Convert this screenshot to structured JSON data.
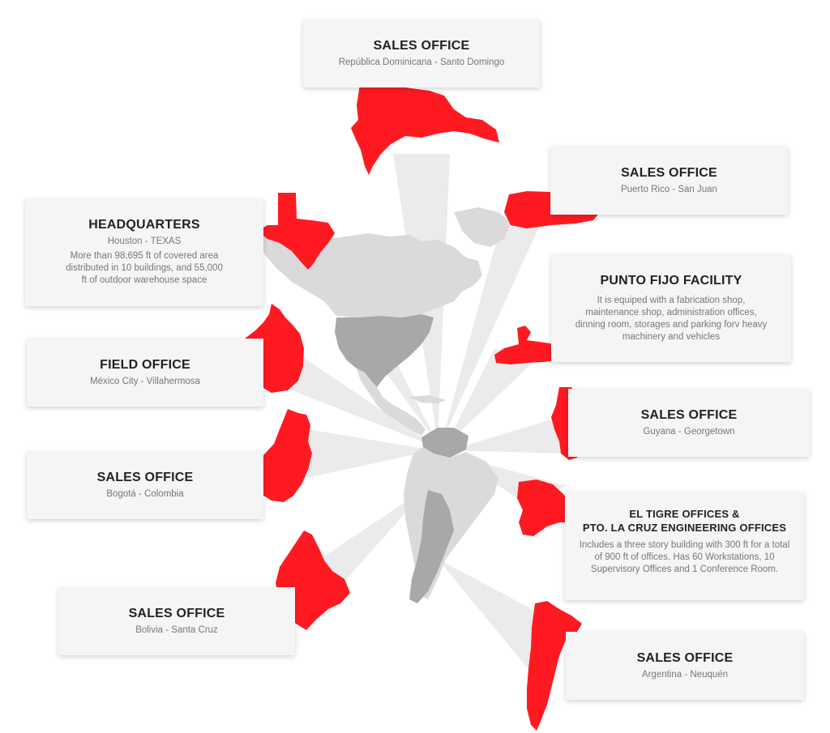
{
  "colors": {
    "accent": "#ff1a22",
    "map_dark": "#a8a8a8",
    "map_light": "#dadada",
    "card_bg": "#f5f5f5"
  },
  "offices": {
    "dominicana": {
      "title": "SALES OFFICE",
      "location": "República Dominicana - Santo Domingo"
    },
    "puerto_rico": {
      "title": "SALES OFFICE",
      "location": "Puerto Rico - San Juan"
    },
    "headquarters": {
      "title": "HEADQUARTERS",
      "location": "Houston - TEXAS",
      "description": "More than 98,695 ft of covered area distributed in 10 buildings, and 55,000 ft of outdoor warehouse space"
    },
    "punto_fijo": {
      "title": "PUNTO FIJO FACILITY",
      "description": "It is equiped with a fabrication shop, maintenance shop, administration offices, dinning room, storages and parking forv heavy machinery and vehicles"
    },
    "mexico": {
      "title": "FIELD OFFICE",
      "location": "México City - Villahermosa"
    },
    "guyana": {
      "title": "SALES OFFICE",
      "location": "Guyana - Georgetown"
    },
    "colombia": {
      "title": "SALES OFFICE",
      "location": "Bogotá - Colombia"
    },
    "el_tigre": {
      "title_line1": "EL TIGRE OFFICES &",
      "title_line2": "PTO. LA CRUZ ENGINEERING OFFICES",
      "description": "Includes a three story building with 300 ft for a total of 900 ft of offices. Has 60 Workstations, 10 Supervisory Offices and 1 Conference Room."
    },
    "bolivia": {
      "title": "SALES OFFICE",
      "location": "Bolivia - Santa Cruz"
    },
    "argentina": {
      "title": "SALES OFFICE",
      "location": "Argentina - Neuquén"
    }
  }
}
